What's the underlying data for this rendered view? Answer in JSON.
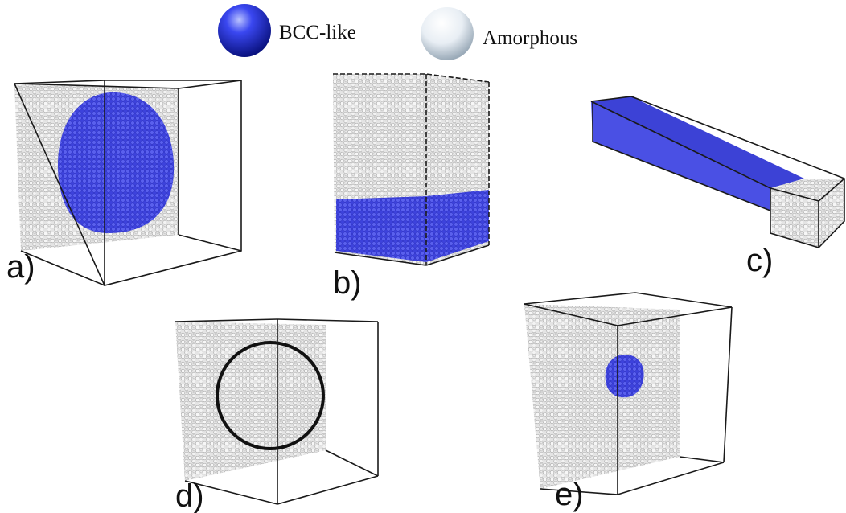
{
  "legend": [
    {
      "label": "BCC-like",
      "color": "#1a2fe0",
      "icon": "blue-sphere"
    },
    {
      "label": "Amorphous",
      "color": "#dde6ee",
      "icon": "white-sphere"
    }
  ],
  "panels": {
    "a": {
      "label": "a)"
    },
    "b": {
      "label": "b)"
    },
    "c": {
      "label": "c)"
    },
    "d": {
      "label": "d)"
    },
    "e": {
      "label": "e)"
    }
  },
  "colors": {
    "bcc": "#4a4fe0",
    "amorphous": "#d6d6d6",
    "outline": "#1a1a1a"
  }
}
